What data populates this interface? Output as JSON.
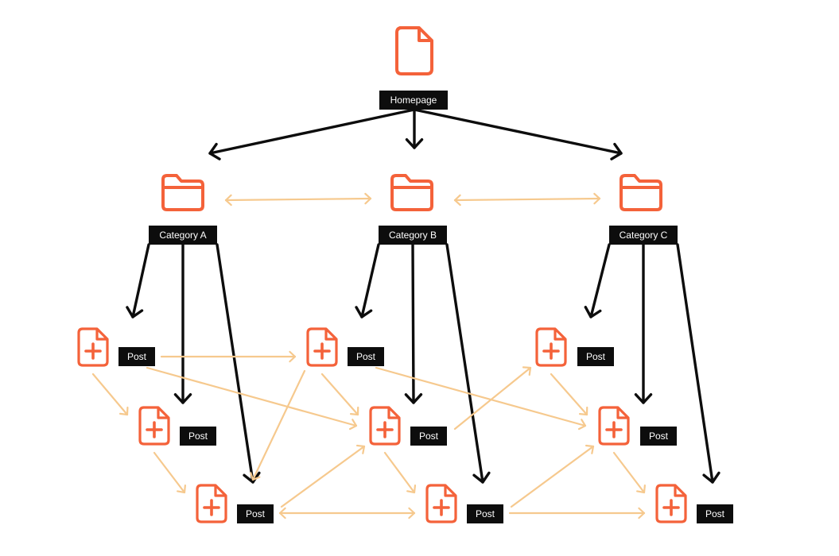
{
  "colors": {
    "accent": "#f4623a",
    "link": "#f6c98e",
    "hierarchy": "#0d0d0d",
    "label_bg": "#0d0d0d",
    "label_fg": "#ffffff"
  },
  "nodes": {
    "home": {
      "label": "Homepage",
      "icon": "document-icon"
    },
    "catA": {
      "label": "Category A",
      "icon": "folder-icon"
    },
    "catB": {
      "label": "Category B",
      "icon": "folder-icon"
    },
    "catC": {
      "label": "Category C",
      "icon": "folder-icon"
    },
    "postA1": {
      "label": "Post",
      "icon": "new-document-icon"
    },
    "postA2": {
      "label": "Post",
      "icon": "new-document-icon"
    },
    "postA3": {
      "label": "Post",
      "icon": "new-document-icon"
    },
    "postB1": {
      "label": "Post",
      "icon": "new-document-icon"
    },
    "postB2": {
      "label": "Post",
      "icon": "new-document-icon"
    },
    "postB3": {
      "label": "Post",
      "icon": "new-document-icon"
    },
    "postC1": {
      "label": "Post",
      "icon": "new-document-icon"
    },
    "postC2": {
      "label": "Post",
      "icon": "new-document-icon"
    },
    "postC3": {
      "label": "Post",
      "icon": "new-document-icon"
    }
  },
  "hierarchy_edges": [
    [
      "home",
      "catA"
    ],
    [
      "home",
      "catB"
    ],
    [
      "home",
      "catC"
    ],
    [
      "catA",
      "postA1"
    ],
    [
      "catA",
      "postA2"
    ],
    [
      "catA",
      "postA3"
    ],
    [
      "catB",
      "postB1"
    ],
    [
      "catB",
      "postB2"
    ],
    [
      "catB",
      "postB3"
    ],
    [
      "catC",
      "postC1"
    ],
    [
      "catC",
      "postC2"
    ],
    [
      "catC",
      "postC3"
    ]
  ],
  "link_edges": [
    {
      "from": "catA",
      "to": "catB",
      "bidirectional": true
    },
    {
      "from": "catB",
      "to": "catC",
      "bidirectional": true
    },
    {
      "from": "postA1",
      "to": "postA2"
    },
    {
      "from": "postA2",
      "to": "postA3"
    },
    {
      "from": "postA1",
      "to": "postB1"
    },
    {
      "from": "postA1",
      "to": "postB2"
    },
    {
      "from": "postB1",
      "to": "postA3"
    },
    {
      "from": "postB1",
      "to": "postB2"
    },
    {
      "from": "postB1",
      "to": "postC2"
    },
    {
      "from": "postB2",
      "to": "postB3"
    },
    {
      "from": "postB2",
      "to": "postC1"
    },
    {
      "from": "postA3",
      "to": "postB2"
    },
    {
      "from": "postA3",
      "to": "postB3",
      "bidirectional": true
    },
    {
      "from": "postC1",
      "to": "postC2"
    },
    {
      "from": "postC2",
      "to": "postC3"
    },
    {
      "from": "postB3",
      "to": "postC2"
    },
    {
      "from": "postB3",
      "to": "postC3"
    }
  ]
}
